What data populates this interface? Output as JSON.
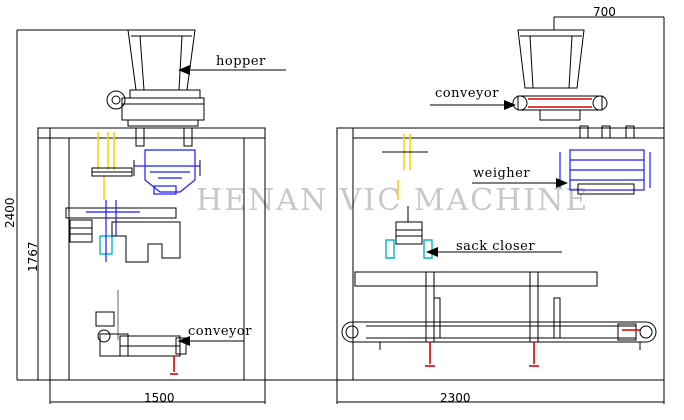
{
  "watermark": "HENAN VIC MACHINE",
  "dimensions": {
    "top_width": "700",
    "height_total": "2400",
    "height_inner": "1767",
    "left_width": "1500",
    "right_width": "2300"
  },
  "labels": {
    "hopper": "hopper",
    "conveyor_bottom": "conveyor",
    "conveyor_top": "conveyor",
    "weigher": "weigher",
    "sack_closer": "sack closer"
  }
}
